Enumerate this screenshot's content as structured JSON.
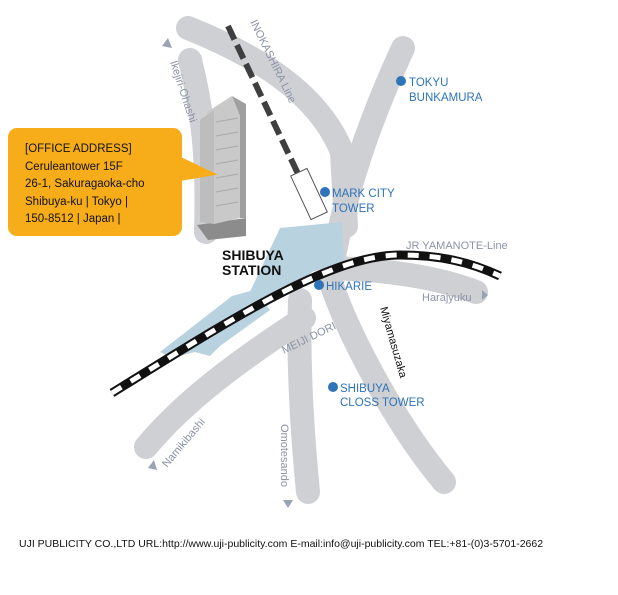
{
  "office": {
    "heading": "[OFFICE ADDRESS]",
    "lines": [
      "Ceruleantower 15F",
      "26-1, Sakuragaoka-cho",
      "Shibuya-ku | Tokyo |",
      "150-8512 | Japan |"
    ]
  },
  "station": {
    "line1": "SHIBUYA",
    "line2": "STATION"
  },
  "railways": {
    "inokashira": "INOKASHIRA Line",
    "yamanote": "JR YAMANOTE-Line"
  },
  "roads": {
    "ikejiri": "Ikejiri-Ohashi",
    "harajyuku": "Harajyuku",
    "meiji": "MEIJI DORI",
    "miyamasuzaka": "Miyamasuzaka",
    "namikibashi": "Namikibashi",
    "omotesando": "Omotesando"
  },
  "landmarks": {
    "tokyu_1": "TOKYU",
    "tokyu_2": "BUNKAMURA",
    "markcity_1": "MARK CITY",
    "markcity_2": "TOWER",
    "hikarie": "HIKARIE",
    "closs_1": "SHIBUYA",
    "closs_2": "CLOSS TOWER"
  },
  "footer": {
    "text": "UJI PUBLICITY CO.,LTD   URL:http://www.uji-publicity.com  E-mail:info@uji-publicity.com TEL:+81-(0)3-5701-2662"
  },
  "colors": {
    "road": "#cfd0d3",
    "station_area": "#b8d2df",
    "poi": "#2f73b8",
    "callout": "#f6ad19",
    "road_text": "#8a93a6"
  },
  "icons": [
    "office-tower-icon",
    "arrow-icon",
    "poi-dot-icon"
  ]
}
